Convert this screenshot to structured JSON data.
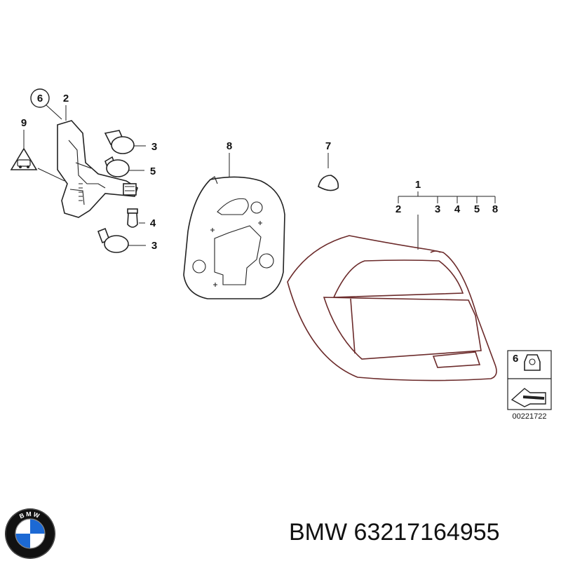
{
  "callouts": {
    "c6_top": "6",
    "c2_top": "2",
    "c9": "9",
    "c3_a": "3",
    "c5": "5",
    "c4": "4",
    "c3_b": "3",
    "c8_top": "8",
    "c7": "7",
    "c1": "1",
    "tree": [
      "2",
      "3",
      "4",
      "5",
      "8"
    ],
    "c6_box": "6"
  },
  "reference_number": "00221722",
  "logo_letters": "BMW",
  "footer": {
    "brand": "BMW",
    "part_number": "63217164955"
  },
  "colors": {
    "lamp_outline": "#6b2a2a",
    "line": "#222222",
    "logo_blue": "#1c69d4"
  }
}
